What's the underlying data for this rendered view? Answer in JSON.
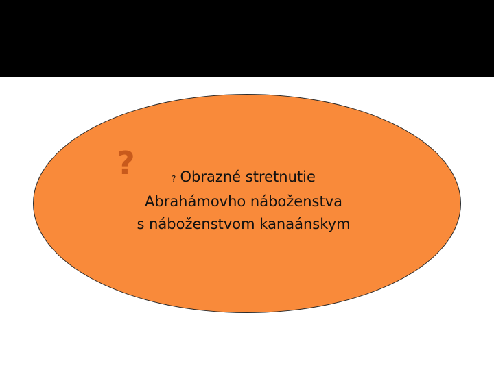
{
  "slide": {
    "question_mark": "?",
    "small_marker": "?",
    "line1": "Obrazné stretnutie",
    "line2": "Abrahámovho náboženstva",
    "line3": "s náboženstvom kanaánskym"
  },
  "colors": {
    "top_bar": "#000000",
    "oval_fill": "#f98a3a",
    "question_mark": "#c85a1c",
    "text": "#111111"
  }
}
